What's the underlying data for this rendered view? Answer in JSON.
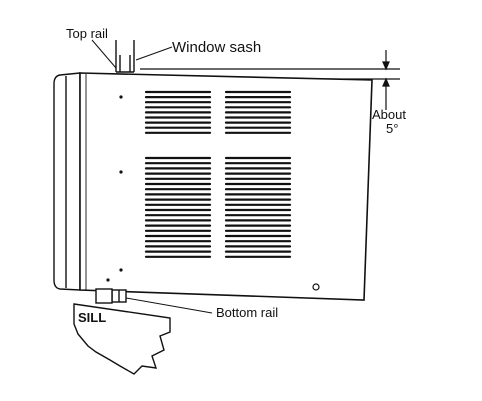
{
  "labels": {
    "top_rail": "Top rail",
    "window_sash": "Window  sash",
    "about": "About",
    "angle": "5°",
    "bottom_rail": "Bottom rail",
    "sill": "SILL"
  },
  "colors": {
    "line": "#111111",
    "background": "#ffffff"
  },
  "grille": {
    "top_slots_per_column": 9,
    "bottom_slots_per_column": 20
  }
}
